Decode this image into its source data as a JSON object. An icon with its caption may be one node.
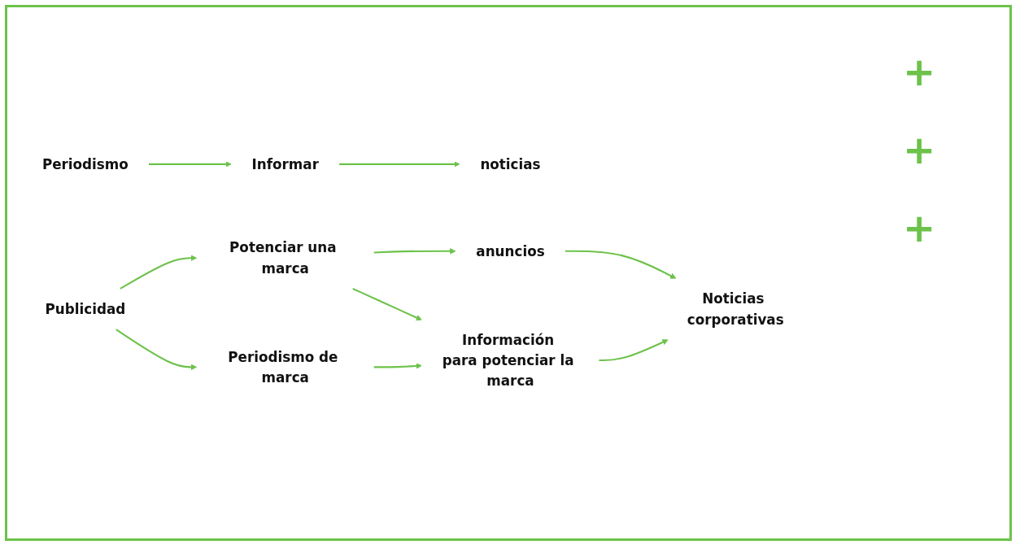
{
  "diagram": {
    "nodes": [
      {
        "text": [
          "Periodismo"
        ]
      },
      {
        "text": [
          "Informar"
        ]
      },
      {
        "text": [
          "noticias"
        ]
      },
      {
        "text": [
          "Publicidad"
        ]
      },
      {
        "text": [
          "Potenciar una marca"
        ]
      },
      {
        "text": [
          "anuncios"
        ]
      },
      {
        "text": [
          "Periodismo de marca"
        ]
      },
      {
        "text": [
          "Información para potenciar la marca"
        ]
      },
      {
        "text": [
          "Noticias corporativas"
        ]
      }
    ],
    "edges": [
      {
        "from": 0,
        "to": 1,
        "arrow": "to"
      },
      {
        "from": 1,
        "to": 2,
        "arrow": "to"
      },
      {
        "from": 3,
        "to": 4,
        "arrow": "to"
      },
      {
        "from": 4,
        "to": 5,
        "arrow": "to"
      },
      {
        "from": 3,
        "to": 6,
        "arrow": "to"
      },
      {
        "from": 4,
        "to": 7,
        "arrow": "to"
      },
      {
        "from": 5,
        "to": 8,
        "arrow": "to"
      },
      {
        "from": 6,
        "to": 7,
        "arrow": "to"
      },
      {
        "from": 7,
        "to": 8,
        "arrow": "to"
      }
    ],
    "labels": [
      "+",
      "+",
      "+"
    ]
  }
}
